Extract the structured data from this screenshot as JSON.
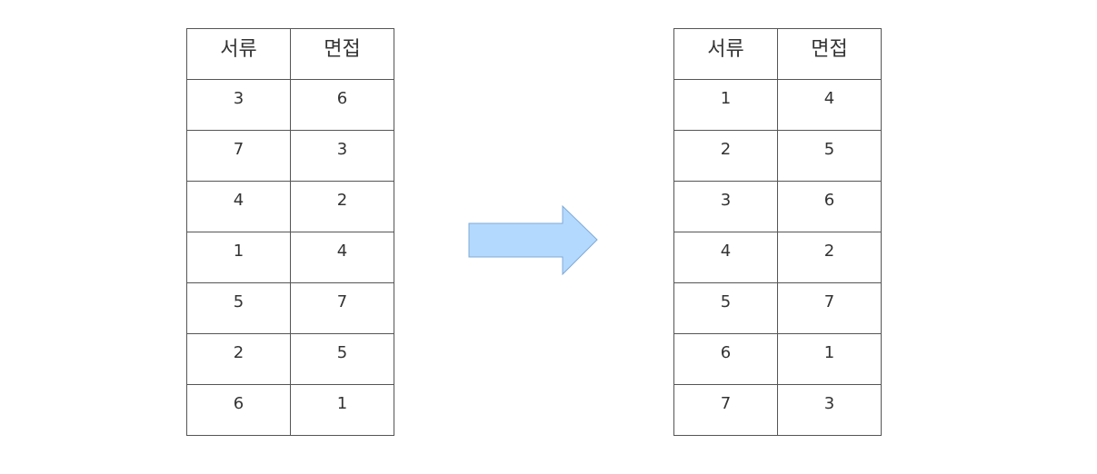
{
  "before_table": {
    "headers": [
      "서류",
      "면접"
    ],
    "rows": [
      [
        "3",
        "6"
      ],
      [
        "7",
        "3"
      ],
      [
        "4",
        "2"
      ],
      [
        "1",
        "4"
      ],
      [
        "5",
        "7"
      ],
      [
        "2",
        "5"
      ],
      [
        "6",
        "1"
      ]
    ]
  },
  "after_table": {
    "headers": [
      "서류",
      "면접"
    ],
    "rows": [
      [
        "1",
        "4"
      ],
      [
        "2",
        "5"
      ],
      [
        "3",
        "6"
      ],
      [
        "4",
        "2"
      ],
      [
        "5",
        "7"
      ],
      [
        "6",
        "1"
      ],
      [
        "7",
        "3"
      ]
    ]
  },
  "colors": {
    "arrow_fill": "#b3d9ff",
    "arrow_stroke": "#7fa9d6",
    "border": "#555555",
    "text": "#333333"
  },
  "arrow_icon": "right-arrow-icon"
}
